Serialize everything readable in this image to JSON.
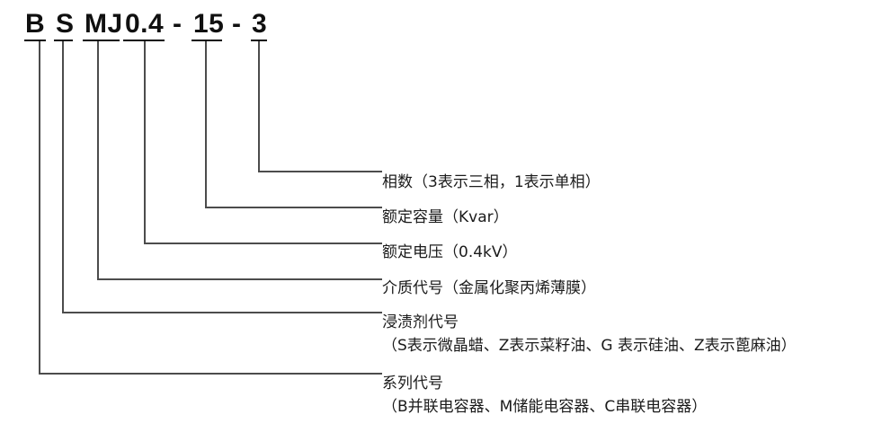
{
  "diagram": {
    "title_code": "B S MJ 0.4 - 15 - 3",
    "code_tokens": [
      {
        "text": "B",
        "name": "code-token-series"
      },
      {
        "text": "S",
        "name": "code-token-impregnant"
      },
      {
        "text": "MJ",
        "name": "code-token-dielectric"
      },
      {
        "text": "0.4",
        "name": "code-token-voltage"
      },
      {
        "text": "-",
        "name": "code-separator-1"
      },
      {
        "text": "15",
        "name": "code-token-capacity"
      },
      {
        "text": "-",
        "name": "code-separator-2"
      },
      {
        "text": "3",
        "name": "code-token-phase"
      }
    ],
    "labels": [
      {
        "name": "label-phase",
        "line1": "相数（3表示三相，1表示单相）",
        "line2": ""
      },
      {
        "name": "label-rated-capacity",
        "line1": "额定容量（Kvar）",
        "line2": ""
      },
      {
        "name": "label-rated-voltage",
        "line1": "额定电压（0.4kV）",
        "line2": ""
      },
      {
        "name": "label-dielectric-code",
        "line1": "介质代号（金属化聚丙烯薄膜）",
        "line2": ""
      },
      {
        "name": "label-impregnant-code",
        "line1": "浸渍剂代号",
        "line2": "（S表示微晶蜡、Z表示菜籽油、G 表示硅油、Z表示蓖麻油）"
      },
      {
        "name": "label-series-code",
        "line1": "系列代号",
        "line2": "（B并联电容器、M储能电容器、C串联电容器）"
      }
    ],
    "colors": {
      "text": "#1b1b1b",
      "code_text": "#101010",
      "leader_line": "#4c4c4c",
      "background": "#ffffff"
    }
  }
}
